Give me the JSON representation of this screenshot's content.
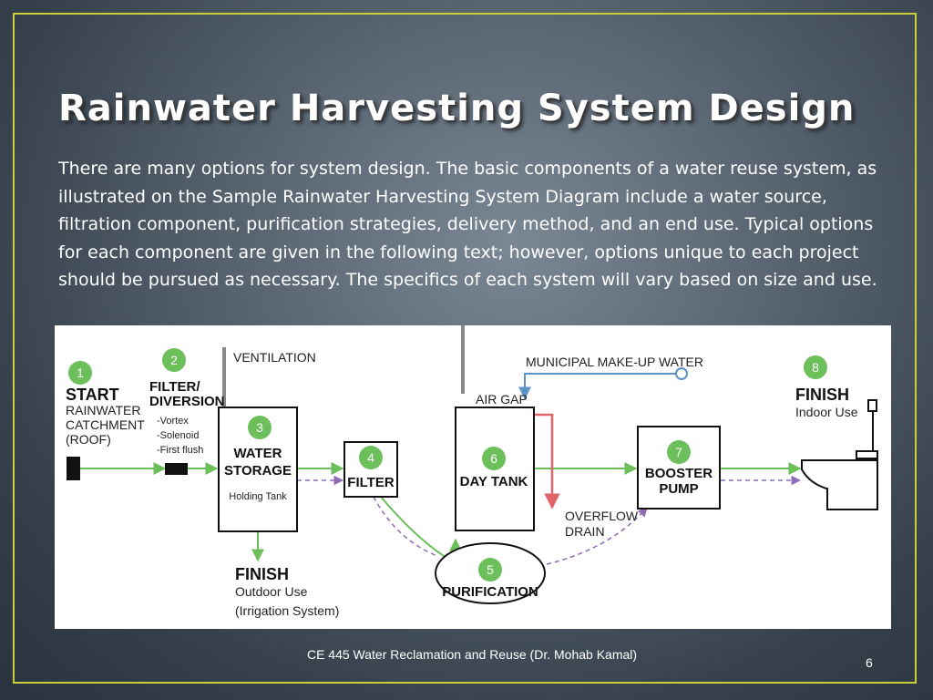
{
  "slide": {
    "title": "Rainwater Harvesting System Design",
    "body": "There are many options for system design. The basic components of a water reuse system, as illustrated on the Sample Rainwater Harvesting System Diagram include a water source, filtration component, purification strategies, delivery method, and an end use. Typical options for each component are given in the following text; however, options unique to each project should be pursued as necessary. The specifics of each system will vary based on size and use.",
    "footer": "CE 445 Water Reclamation and Reuse (Dr. Mohab Kamal)",
    "page_number": "6",
    "frame_color": "#c9cf3a"
  },
  "diagram": {
    "colors": {
      "green": "#6cbf5b",
      "purple": "#8d6bb5",
      "blue": "#5b93c9",
      "red": "#e0646a",
      "badge": "#6cbf5b"
    },
    "ventilation": "VENTILATION",
    "air_gap": "AIR GAP",
    "municipal": "MUNICIPAL MAKE-UP WATER",
    "overflow_1": "OVERFLOW",
    "overflow_2": "DRAIN",
    "steps": {
      "s1": {
        "num": "1",
        "head": "START",
        "l1": "RAINWATER",
        "l2": "CATCHMENT",
        "l3": "(ROOF)"
      },
      "s2": {
        "num": "2",
        "head1": "FILTER/",
        "head2": "DIVERSION",
        "o1": "-Vortex",
        "o2": "-Solenoid",
        "o3": "-First flush"
      },
      "s3": {
        "num": "3",
        "l1": "WATER",
        "l2": "STORAGE",
        "sub": "Holding Tank"
      },
      "s4": {
        "num": "4",
        "label": "FILTER"
      },
      "s5": {
        "num": "5",
        "label": "PURIFICATION"
      },
      "s6": {
        "num": "6",
        "label": "DAY TANK"
      },
      "s7": {
        "num": "7",
        "l1": "BOOSTER",
        "l2": "PUMP"
      },
      "s8": {
        "num": "8",
        "head": "FINISH",
        "sub": "Indoor Use"
      }
    },
    "outdoor": {
      "head": "FINISH",
      "l1": "Outdoor Use",
      "l2": "(Irrigation System)"
    }
  }
}
